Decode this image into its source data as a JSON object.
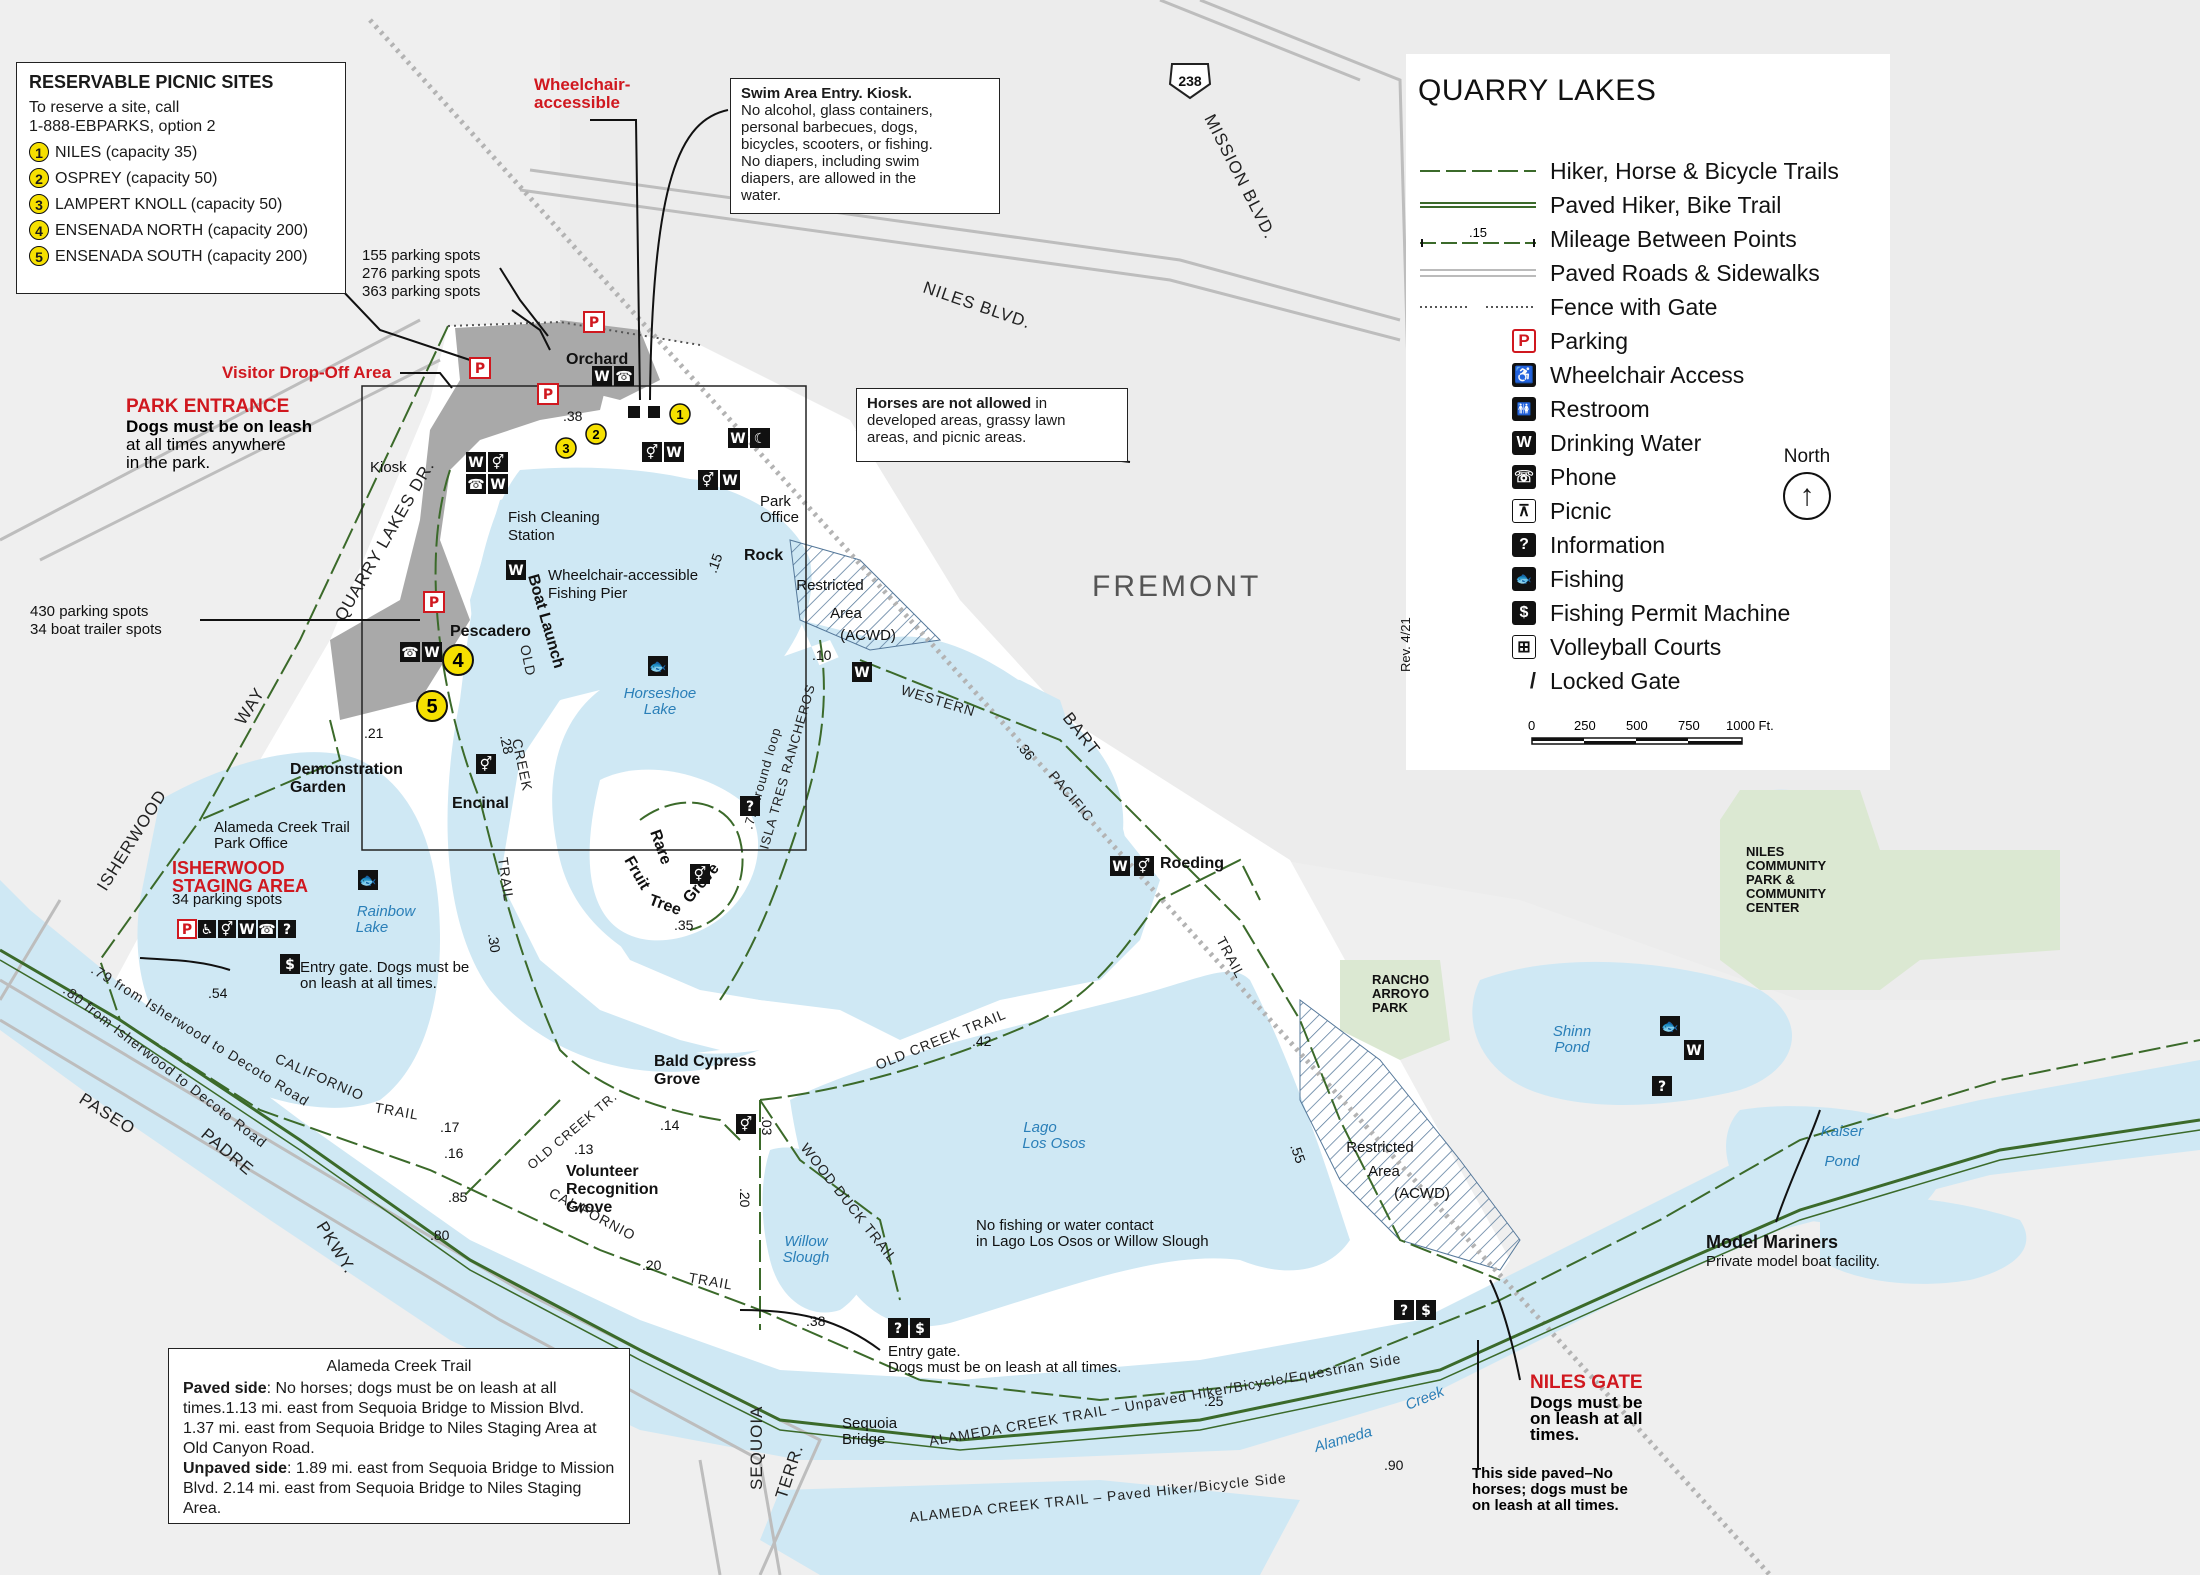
{
  "title": "QUARRY LAKES",
  "legend": {
    "items": [
      {
        "label": "Hiker, Horse & Bicycle Trails",
        "icon": "dashed-trail-line"
      },
      {
        "label": "Paved Hiker, Bike Trail",
        "icon": "double-solid-line"
      },
      {
        "label": "Mileage Between Points",
        "icon": "mileage-marker",
        "sample": ".15"
      },
      {
        "label": "Paved Roads & Sidewalks",
        "icon": "road-lines"
      },
      {
        "label": "Fence with Gate",
        "icon": "dotted-fence"
      },
      {
        "label": "Parking",
        "icon": "parking-icon",
        "glyph": "P"
      },
      {
        "label": "Wheelchair Access",
        "icon": "wheelchair-icon",
        "glyph": "♿"
      },
      {
        "label": "Restroom",
        "icon": "restroom-icon",
        "glyph": "🚻"
      },
      {
        "label": "Drinking Water",
        "icon": "drinking-water-icon",
        "glyph": "W"
      },
      {
        "label": "Phone",
        "icon": "phone-icon",
        "glyph": "☏"
      },
      {
        "label": "Picnic",
        "icon": "picnic-icon",
        "glyph": "⊼"
      },
      {
        "label": "Information",
        "icon": "information-icon",
        "glyph": "?"
      },
      {
        "label": "Fishing",
        "icon": "fishing-icon",
        "glyph": "🐟"
      },
      {
        "label": "Fishing Permit Machine",
        "icon": "fishing-permit-icon",
        "glyph": "$"
      },
      {
        "label": "Volleyball Courts",
        "icon": "volleyball-icon",
        "glyph": "⊞"
      },
      {
        "label": "Locked Gate",
        "icon": "locked-gate-icon",
        "glyph": "/"
      }
    ],
    "north": "North",
    "revision": "Rev. 4/21",
    "scale": {
      "ticks": [
        "0",
        "250",
        "500",
        "750",
        "1000 Ft."
      ]
    }
  },
  "picnic_sites": {
    "title": "RESERVABLE PICNIC SITES",
    "subtitle_1": "To reserve a site, call",
    "subtitle_2": "1-888-EBPARKS, option 2",
    "sites": [
      {
        "num": "1",
        "label": "NILES (capacity 35)"
      },
      {
        "num": "2",
        "label": "OSPREY (capacity 50)"
      },
      {
        "num": "3",
        "label": "LAMPERT KNOLL (capacity 50)"
      },
      {
        "num": "4",
        "label": "ENSENADA NORTH (capacity 200)"
      },
      {
        "num": "5",
        "label": "ENSENADA SOUTH (capacity 200)"
      }
    ]
  },
  "swim_box": {
    "title": "Swim Area Entry. Kiosk.",
    "lines": [
      "No alcohol, glass containers,",
      "personal barbecues, dogs,",
      "bicycles, scooters, or fishing.",
      "No diapers, including swim",
      "diapers, are allowed in the",
      "water."
    ]
  },
  "horse_box": {
    "bold": "Horses are not allowed",
    "rest_1": " in",
    "rest_2": "developed areas, grassy lawn",
    "rest_3": "areas, and picnic areas."
  },
  "creek_box": {
    "title": "Alameda Creek Trail",
    "paved_label": "Paved side",
    "paved_text": ": No horses; dogs must be on leash at all times.1.13 mi. east from Sequoia Bridge to Mission Blvd. 1.37 mi. east from Sequoia Bridge to Niles Staging Area at Old Canyon Road.",
    "unpaved_label": "Unpaved side",
    "unpaved_text": ": 1.89 mi. east from Sequoia Bridge to Mission Blvd. 2.14 mi. east from Sequoia Bridge to Niles Staging Area."
  },
  "labels": {
    "wheelchair_accessible_1": "Wheelchair-",
    "wheelchair_accessible_2": "accessible",
    "parking_155": "155 parking spots",
    "parking_276": "276 parking spots",
    "parking_363": "363 parking spots",
    "visitor_dropoff": "Visitor Drop-Off Area",
    "park_entrance": "PARK ENTRANCE",
    "dogs_leash_1": "Dogs must be on leash",
    "dogs_leash_2": "at all times anywhere",
    "dogs_leash_3": "in the park.",
    "kiosk": "Kiosk",
    "orchard": "Orchard",
    "fish_cleaning_1": "Fish Cleaning",
    "fish_cleaning_2": "Station",
    "fishing_pier_1": "Wheelchair-accessible",
    "fishing_pier_2": "Fishing Pier",
    "boat_launch": "Boat Launch",
    "parking_430": "430 parking spots",
    "boat_trailer": "34 boat trailer spots",
    "pescadero": "Pescadero",
    "demo_garden_1": "Demonstration",
    "demo_garden_2": "Garden",
    "encinal": "Encinal",
    "alameda_office_1": "Alameda Creek Trail",
    "alameda_office_2": "Park Office",
    "isherwood_1": "ISHERWOOD",
    "isherwood_2": "STAGING AREA",
    "isherwood_parking": "34 parking spots",
    "entry_gate_1": "Entry gate. Dogs must be",
    "entry_gate_2": "on leash at all times.",
    "park_office_1": "Park",
    "park_office_2": "Office",
    "rock": "Rock",
    "restricted_1": "Restricted",
    "restricted_2": "Area",
    "restricted_3": "(ACWD)",
    "fremont": "FREMONT",
    "roeding": "Roeding",
    "rare_fruit_1": "Rare",
    "rare_fruit_2": "Fruit",
    "rare_fruit_3": "Tree",
    "rare_fruit_4": "Grove",
    "bald_cypress_1": "Bald Cypress",
    "bald_cypress_2": "Grove",
    "volunteer_1": "Volunteer",
    "volunteer_2": "Recognition",
    "volunteer_3": "Grove",
    "no_fishing_1": "No fishing or water contact",
    "no_fishing_2": "in Lago Los Osos or Willow Slough",
    "entry_gate_b_1": "Entry gate.",
    "entry_gate_b_2": "Dogs must be on leash at all times.",
    "sequoia_bridge_1": "Sequoia",
    "sequoia_bridge_2": "Bridge",
    "niles_gate": "NILES GATE",
    "niles_gate_dogs_1": "Dogs must be",
    "niles_gate_dogs_2": "on leash at all",
    "niles_gate_dogs_3": "times.",
    "paved_side_1": "This side paved–No",
    "paved_side_2": "horses; dogs must be",
    "paved_side_3": "on leash at all times.",
    "model_mariners": "Model Mariners",
    "model_mariners_sub": "Private model boat facility.",
    "niles_community_1": "NILES",
    "niles_community_2": "COMMUNITY",
    "niles_community_3": "PARK &",
    "niles_community_4": "COMMUNITY",
    "niles_community_5": "CENTER",
    "rancho_1": "RANCHO",
    "rancho_2": "ARROYO",
    "rancho_3": "PARK"
  },
  "waters": {
    "horseshoe_1": "Horseshoe",
    "horseshoe_2": "Lake",
    "rainbow_1": "Rainbow",
    "rainbow_2": "Lake",
    "lago_1": "Lago",
    "lago_2": "Los Osos",
    "willow_1": "Willow",
    "willow_2": "Slough",
    "shinn_1": "Shinn",
    "shinn_2": "Pond",
    "kaiser_1": "Kaiser",
    "kaiser_2": "Pond",
    "alameda": "Alameda",
    "creek": "Creek"
  },
  "roads": {
    "mission": "MISSION BLVD.",
    "route": "238",
    "niles": "NILES  BLVD.",
    "quarry": "QUARRY LAKES DR.",
    "way": "WAY",
    "isherwood": "ISHERWOOD",
    "paseo": "PASEO",
    "padre": "PADRE",
    "pkwy": "PKWY.",
    "sequoia": "SEQUOIA",
    "terr": "TERR.",
    "bart": "BART"
  },
  "trails": {
    "western": "WESTERN",
    "pacific": "PACIFIC",
    "trail": "TRAIL",
    "old": "OLD",
    "creek": "CREEK",
    "old_creek_trail": "OLD  CREEK  TRAIL",
    "old_creek_tr": "OLD CREEK TR.",
    "wood_duck": "WOOD DUCK TRAIL",
    "california": "CALIFORNIO",
    "isla_tres": "ISLA TRES RANCHEROS",
    "loop": ".72 around loop",
    "alameda_unpaved": "ALAMEDA CREEK TRAIL – Unpaved Hiker/Bicycle/Equestrian Side",
    "alameda_paved": "ALAMEDA CREEK TRAIL – Paved Hiker/Bicycle Side",
    "isherwood_decoto_79": ".79 from Isherwood to Decoto Road",
    "isherwood_decoto_80": ".80 from Isherwood to Decoto Road"
  },
  "mileage": {
    "m38a": ".38",
    "m15": ".15",
    "m10": ".10",
    "m36": ".36",
    "m21": ".21",
    "m28": ".28",
    "m30": ".30",
    "m35": ".35",
    "m54": ".54",
    "m17": ".17",
    "m16": ".16",
    "m13": ".13",
    "m14": ".14",
    "m03": ".03",
    "m20a": ".20",
    "m42": ".42",
    "m55": ".55",
    "m85": ".85",
    "m80": ".80",
    "m20b": ".20",
    "m38b": ".38",
    "m25": ".25",
    "m90": ".90"
  },
  "colors": {
    "water": "#cfe8f4",
    "land": "#ffffff",
    "grey": "#ececec",
    "parking": "#a9a9a9",
    "trail": "#3b6a2a",
    "accent_red": "#d0181f",
    "green_park": "#dbe8d2"
  }
}
